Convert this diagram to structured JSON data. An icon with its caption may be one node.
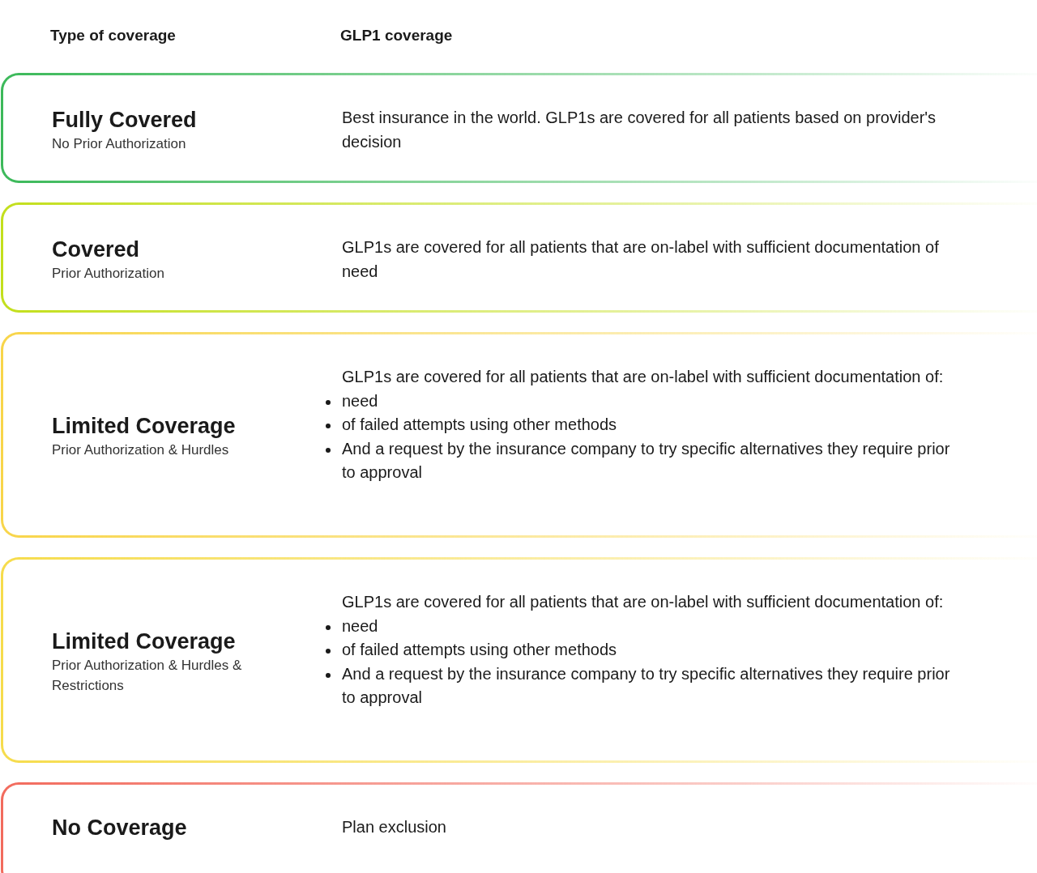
{
  "diagram": {
    "nodes": [
      {
        "text": [
          "Fully Covered",
          "No Prior Authorization",
          "Best insurance in the world. GLP1s are covered for all patients based on provider's decision"
        ]
      },
      {
        "text": [
          "Covered",
          "Prior Authorization",
          "GLP1s are covered for all patients that are on-label with sufficient documentation of need"
        ]
      },
      {
        "text": [
          "Limited Coverage",
          "Prior Authorization & Hurdles",
          "GLP1s are covered for all patients that are on-label with sufficient documentation of:",
          "need",
          "of failed attempts using other methods",
          "And a request by the insurance company to try specific alternatives they require prior to approval"
        ]
      },
      {
        "text": [
          "Limited Coverage",
          "Prior Authorization & Hurdles & Restrictions",
          "GLP1s are covered for all patients that are on-label with sufficient documentation of:",
          "need",
          "of failed attempts using other methods",
          "And a request by the insurance company to try specific alternatives they require prior to approval"
        ]
      },
      {
        "text": [
          "No Coverage",
          "Plan exclusion"
        ]
      }
    ],
    "labels": [
      "Type of coverage",
      "GLP1 coverage"
    ]
  }
}
